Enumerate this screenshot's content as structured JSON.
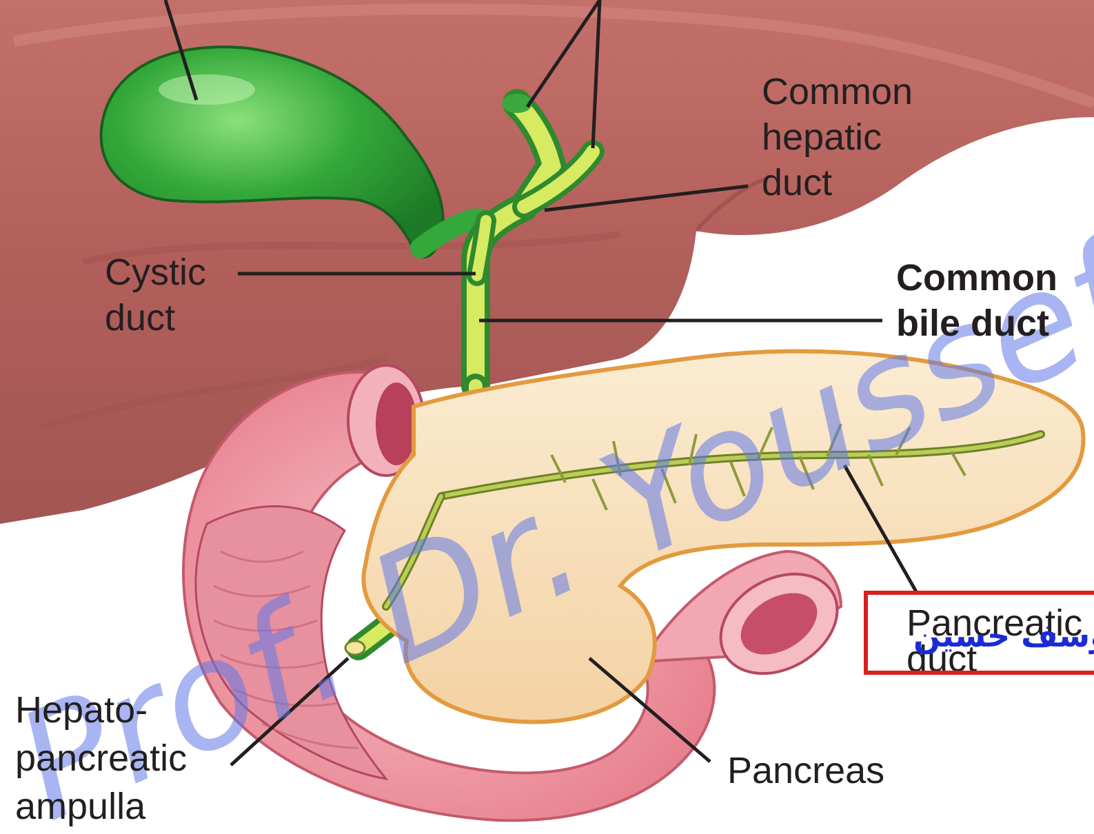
{
  "labels": {
    "common_hepatic_duct": "Common\nhepatic\nduct",
    "cystic_duct": "Cystic\nduct",
    "common_bile_duct": "Common\nbile duct",
    "pancreatic_duct": "Pancreatic\nduct",
    "hepatopancreatic_ampulla": "Hepato-\npancreatic\nampulla",
    "pancreas": "Pancreas"
  },
  "watermark": "Prof. Dr. Youssef H",
  "annotation_arabic": "يوسف حسين",
  "colors": {
    "liver": "#b05c5a",
    "gallbladder": "#3aa83e",
    "bile_ducts": "#c7e04a",
    "pancreas": "#f6ddb8",
    "duodenum": "#ef9aa6",
    "watermark": "#6078e8",
    "highlight_box": "#d82020"
  }
}
